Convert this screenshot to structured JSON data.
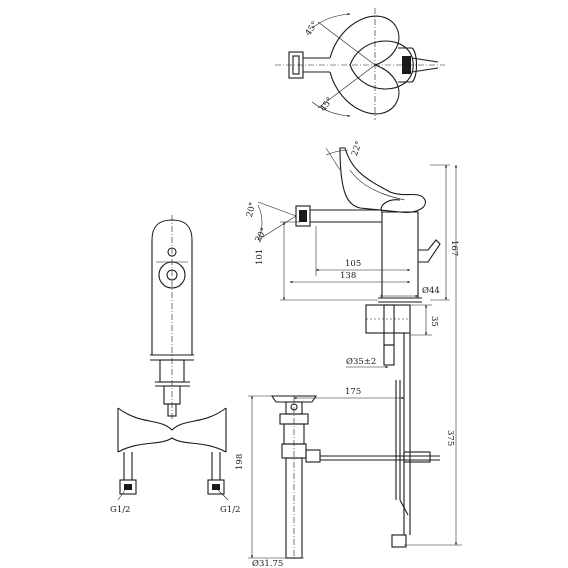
{
  "top_view": {
    "angle_upper": "45°",
    "angle_lower": "45°"
  },
  "side_view": {
    "angle_lever": "22°",
    "angle_spray_up": "20°",
    "angle_spray_down": "20°",
    "dim_height_total": "167",
    "dim_spout_height": "101",
    "dim_spout_reach_inner": "105",
    "dim_spout_reach_outer": "138",
    "dim_body_diameter": "Ø44",
    "dim_mount_depth": "35",
    "dim_hole_diameter": "Ø35±2",
    "dim_drain_offset": "175",
    "dim_overall_height": "375",
    "dim_drain_length": "198",
    "dim_drain_diameter": "Ø31.75"
  },
  "front_view": {
    "hose_left_thread": "G1/2",
    "hose_right_thread": "G1/2"
  }
}
